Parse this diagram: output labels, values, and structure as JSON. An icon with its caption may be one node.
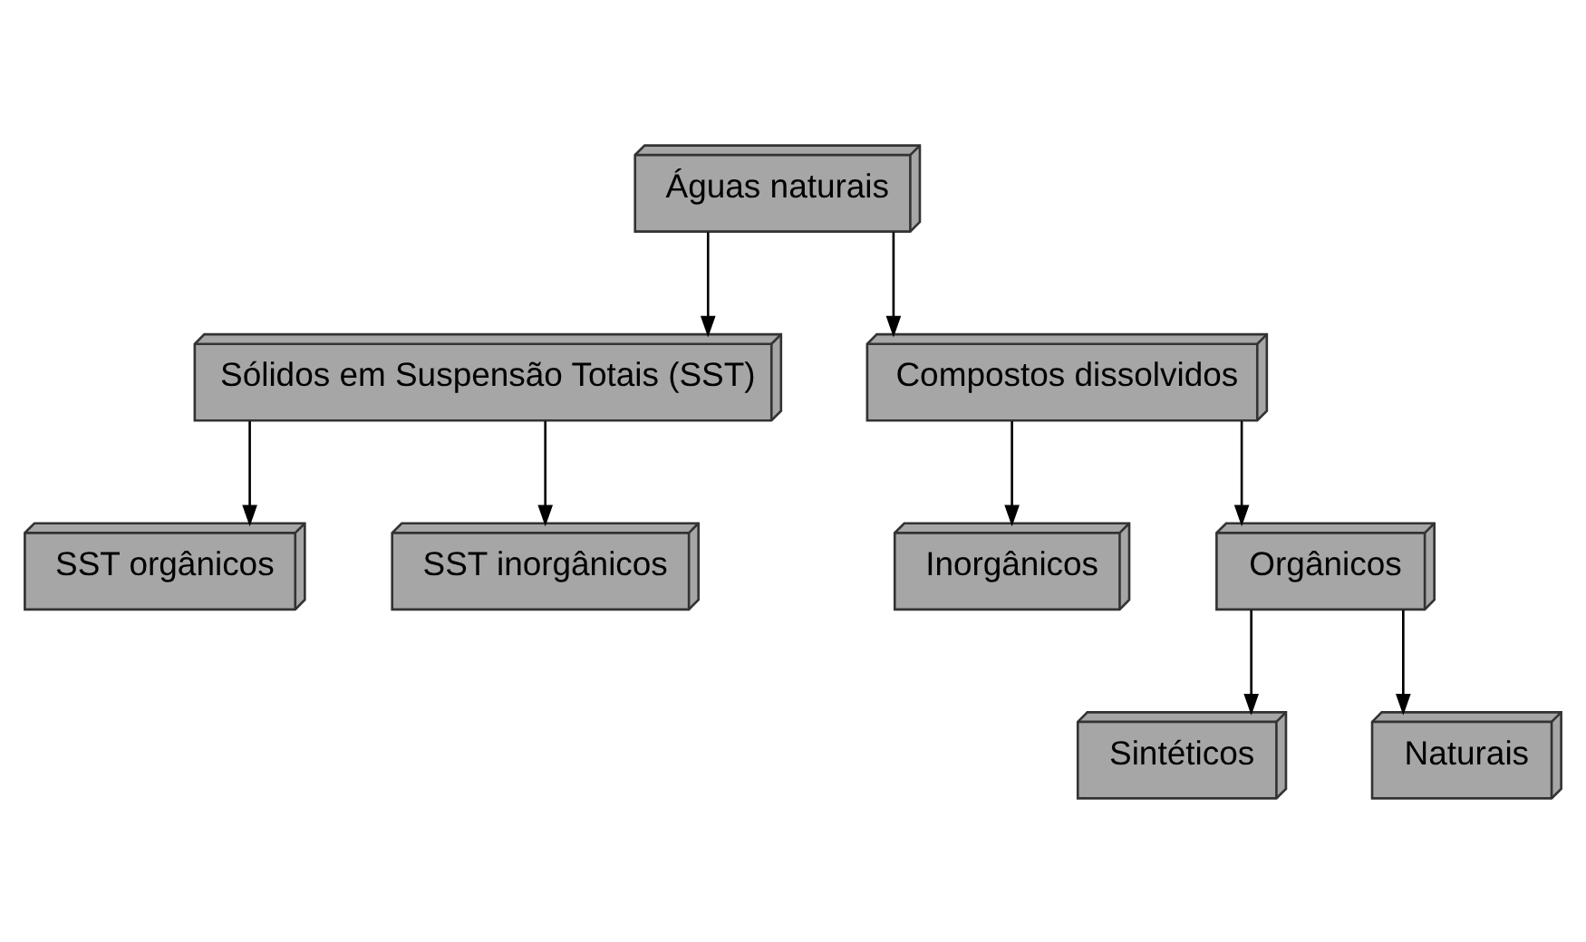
{
  "diagram": {
    "nodes": [
      {
        "text": [
          "Águas naturais"
        ]
      },
      {
        "text": [
          "Sólidos em Suspensão Totais (SST)"
        ]
      },
      {
        "text": [
          "Compostos dissolvidos"
        ]
      },
      {
        "text": [
          "SST orgânicos"
        ]
      },
      {
        "text": [
          "SST inorgânicos"
        ]
      },
      {
        "text": [
          "Inorgânicos"
        ]
      },
      {
        "text": [
          "Orgânicos"
        ]
      },
      {
        "text": [
          "Sintéticos"
        ]
      },
      {
        "text": [
          "Naturais"
        ]
      }
    ],
    "edges": [
      {
        "from": 0,
        "to": 1,
        "arrow": "to"
      },
      {
        "from": 0,
        "to": 2,
        "arrow": "to"
      },
      {
        "from": 1,
        "to": 3,
        "arrow": "to"
      },
      {
        "from": 1,
        "to": 4,
        "arrow": "to"
      },
      {
        "from": 2,
        "to": 5,
        "arrow": "to"
      },
      {
        "from": 2,
        "to": 6,
        "arrow": "to"
      },
      {
        "from": 6,
        "to": 7,
        "arrow": "to"
      },
      {
        "from": 6,
        "to": 8,
        "arrow": "to"
      }
    ]
  }
}
